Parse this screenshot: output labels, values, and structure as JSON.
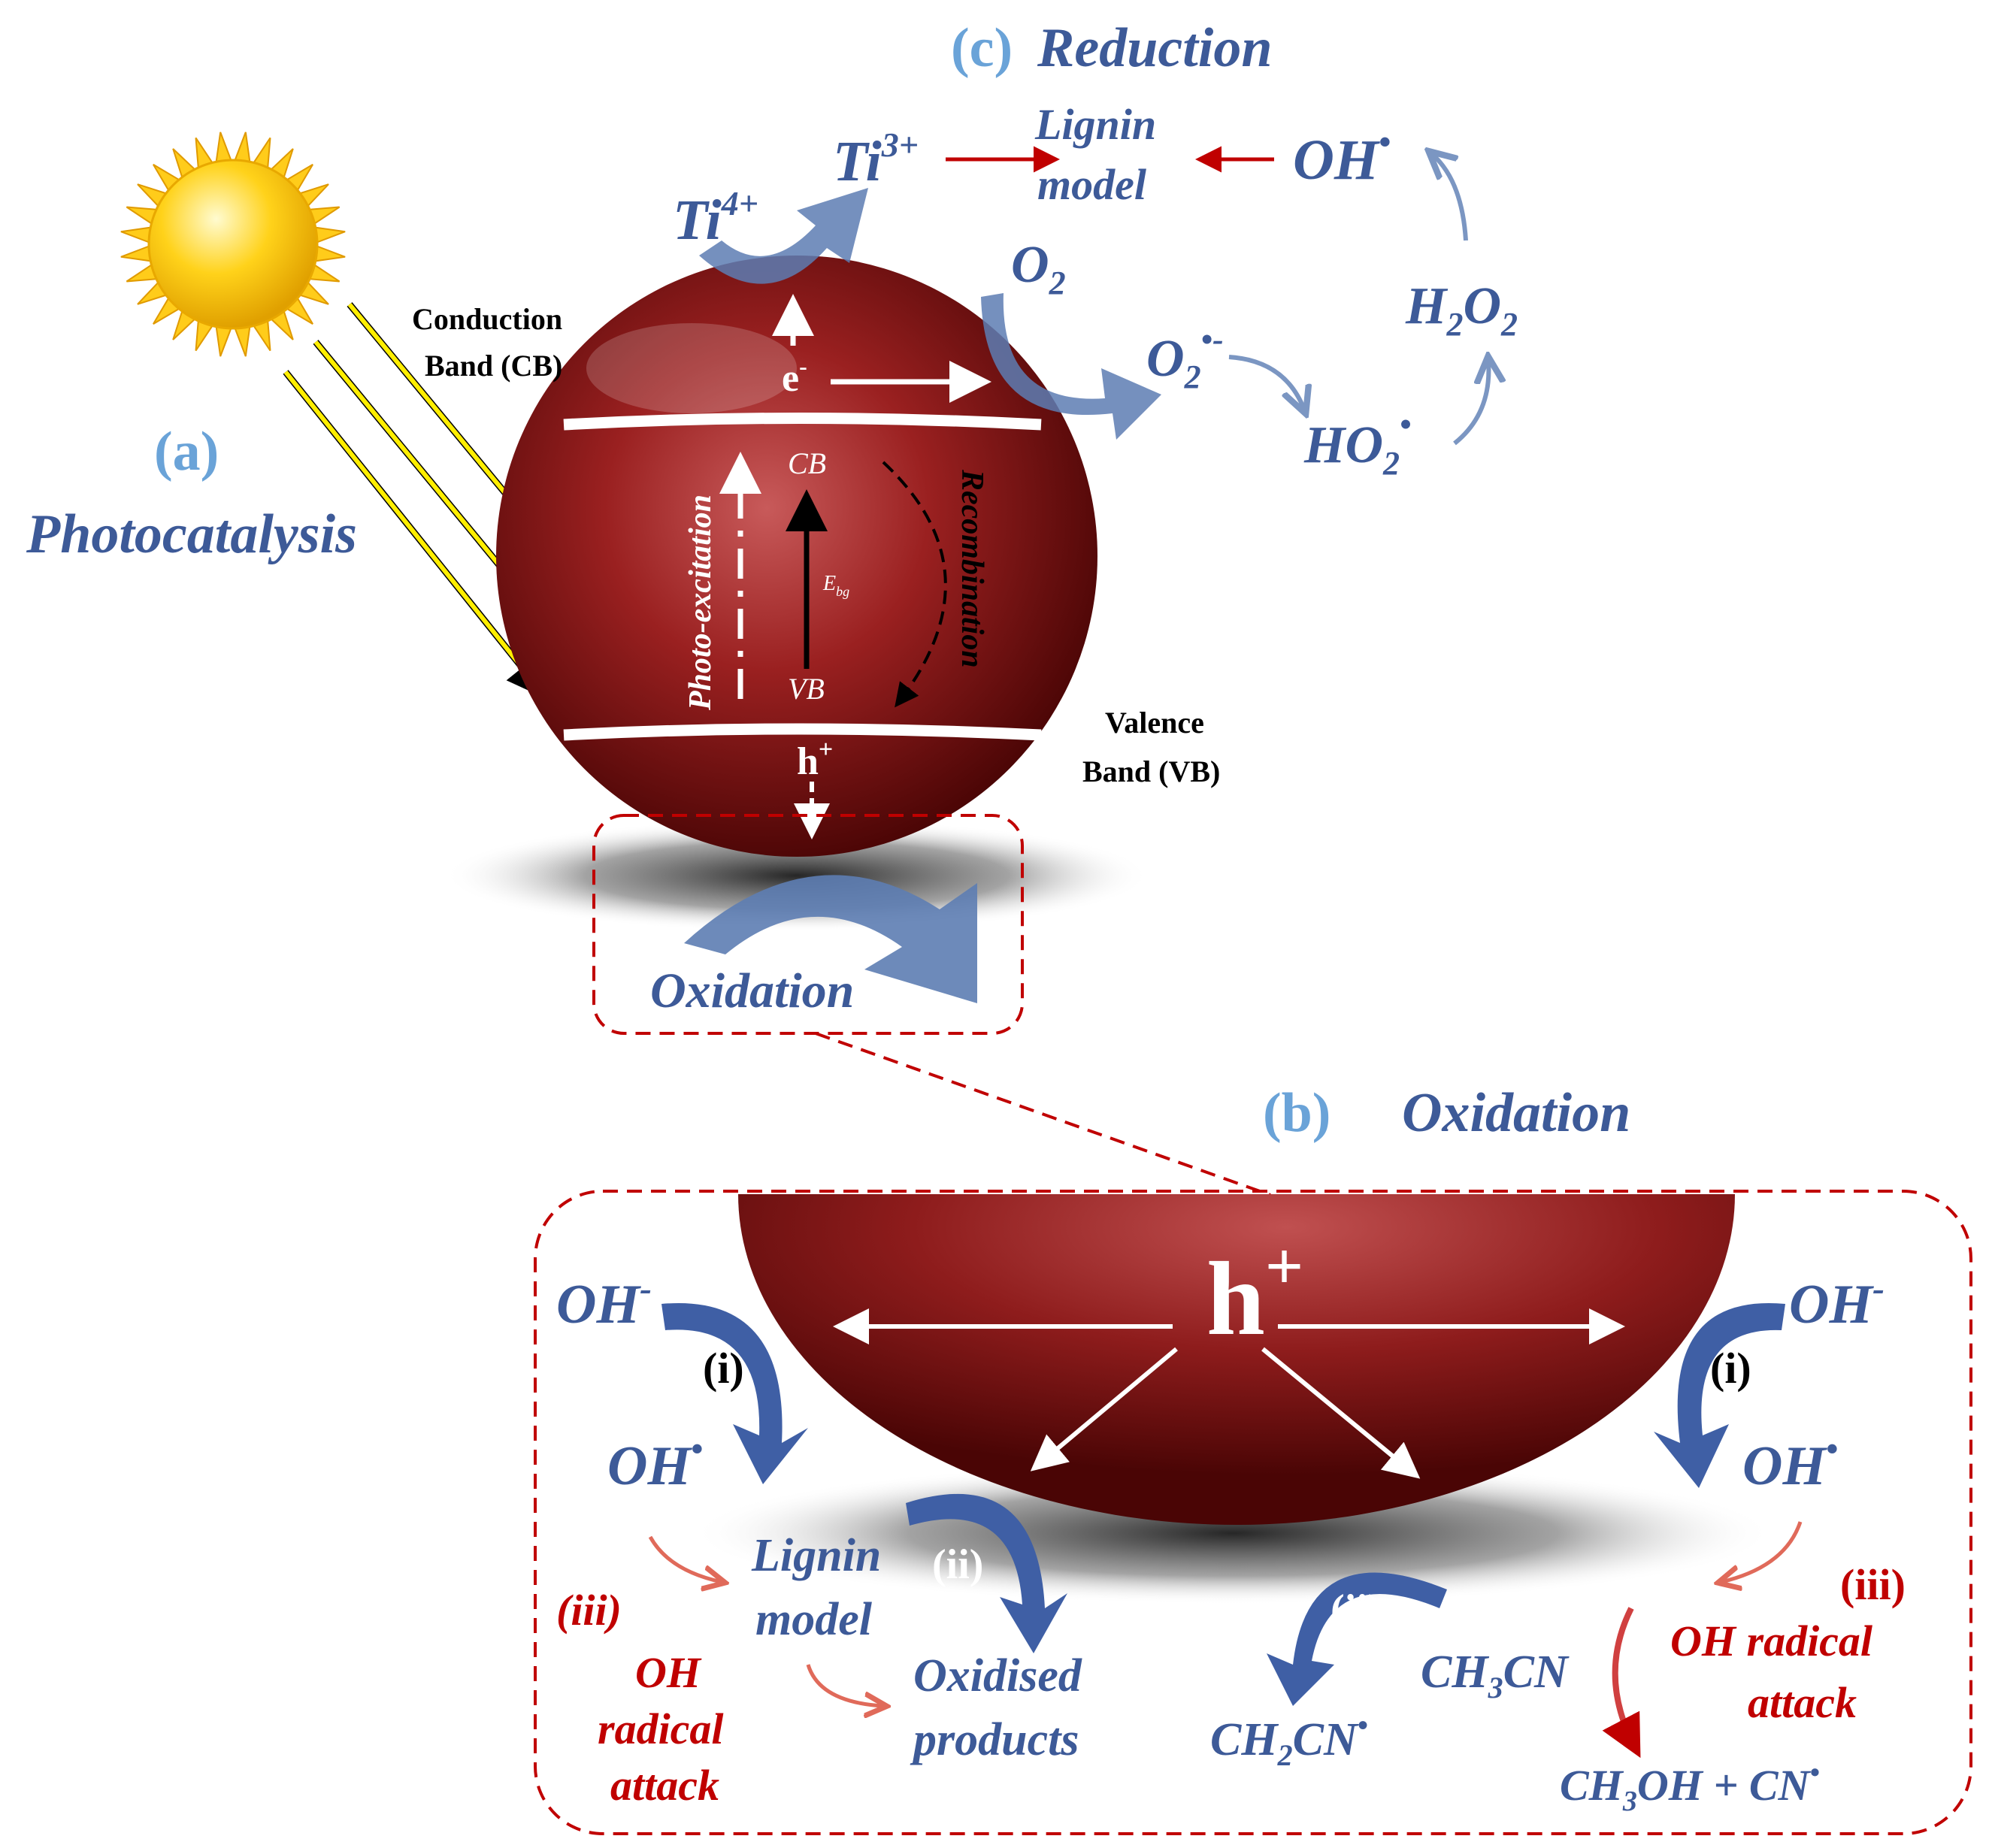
{
  "top": {
    "panel_c_letter": "(c)",
    "panel_c_title": "Reduction",
    "ti3": "Ti",
    "ti3_sup": "3+",
    "ti4": "Ti",
    "ti4_sup": "4+",
    "lignin1": "Lignin",
    "lignin2": "model",
    "oh": "OH",
    "oh_dot": "•",
    "o2": "O",
    "o2_sub": "2",
    "o2rad": "O",
    "o2rad_sub": "2",
    "o2rad_sup": "•-",
    "h2o2_h": "H",
    "h2o2_sub1": "2",
    "h2o2_o": "O",
    "h2o2_sub2": "2",
    "ho2": "HO",
    "ho2_sub": "2",
    "ho2_dot": "•"
  },
  "left": {
    "panel_a_letter": "(a)",
    "panel_a_title": "Photocatalysis",
    "cb_line1": "Conduction",
    "cb_line2": "Band (CB)",
    "vb_line1": "Valence",
    "vb_line2": "Band (VB)"
  },
  "sphere": {
    "e": "e",
    "e_sup": "-",
    "h": "h",
    "h_sup": "+",
    "cb": "CB",
    "vb": "VB",
    "ebg": "E",
    "ebg_sub": "bg",
    "photo": "Photo-excitation",
    "recomb": "Recombination",
    "oxidation": "Oxidation"
  },
  "bottom": {
    "panel_b_letter": "(b)",
    "panel_b_title": "Oxidation",
    "h_big": "h",
    "h_big_sup": "+",
    "ohm_left": "OH",
    "ohm_left_sup": "-",
    "ohm_right": "OH",
    "ohm_right_sup": "-",
    "i_left": "(i)",
    "i_right": "(i)",
    "ohr_left": "OH",
    "ohr_left_dot": "•",
    "ohr_right": "OH",
    "ohr_right_dot": "•",
    "lignin1": "Lignin",
    "lignin2": "model",
    "ii_left": "(ii)",
    "ii_right": "(ii)",
    "iii_left": "(iii)",
    "iii_right": "(iii)",
    "attack_left_1": "OH",
    "attack_left_2": "radical",
    "attack_left_3": "attack",
    "attack_right_1": "OH radical",
    "attack_right_2": "attack",
    "oxidised1": "Oxidised",
    "oxidised2": "products",
    "ch2cn": "CH",
    "ch2cn_sub": "2",
    "ch2cn_rest": "CN",
    "ch2cn_dot": "•",
    "ch3cn": "CH",
    "ch3cn_sub": "3",
    "ch3cn_rest": "CN",
    "ch3oh": "CH",
    "ch3oh_sub": "3",
    "ch3oh_rest": "OH + CN",
    "ch3oh_dot": "•"
  },
  "colors": {
    "sphere": "#8b1a1a",
    "text_blue": "#3d5a98",
    "label_blue": "#6aa3d8",
    "accent_red": "#c00000",
    "ray_yellow": "#ffee00"
  }
}
